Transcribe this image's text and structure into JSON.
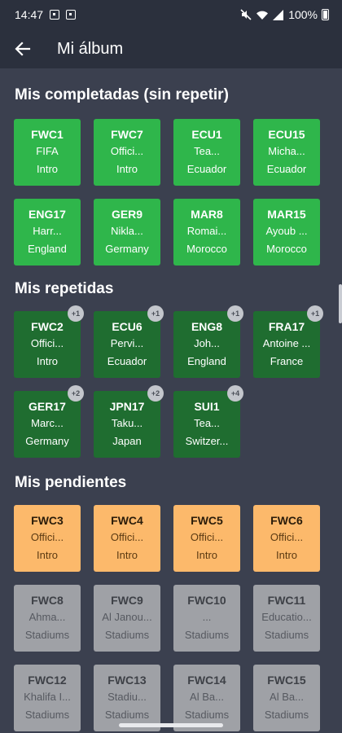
{
  "status_bar": {
    "time": "14:47",
    "battery": "100%"
  },
  "app_bar": {
    "title": "Mi álbum"
  },
  "sections": {
    "completed": {
      "title": "Mis completadas (sin repetir)",
      "cards": [
        {
          "code": "FWC1",
          "name": "FIFA",
          "team": "Intro"
        },
        {
          "code": "FWC7",
          "name": "Offici...",
          "team": "Intro"
        },
        {
          "code": "ECU1",
          "name": "Tea...",
          "team": "Ecuador"
        },
        {
          "code": "ECU15",
          "name": "Micha...",
          "team": "Ecuador"
        },
        {
          "code": "ENG17",
          "name": "Harr...",
          "team": "England"
        },
        {
          "code": "GER9",
          "name": "Nikla...",
          "team": "Germany"
        },
        {
          "code": "MAR8",
          "name": "Romai...",
          "team": "Morocco"
        },
        {
          "code": "MAR15",
          "name": "Ayoub ...",
          "team": "Morocco"
        }
      ]
    },
    "repeated": {
      "title": "Mis repetidas",
      "cards": [
        {
          "code": "FWC2",
          "name": "Offici...",
          "team": "Intro",
          "badge": "+1"
        },
        {
          "code": "ECU6",
          "name": "Pervi...",
          "team": "Ecuador",
          "badge": "+1"
        },
        {
          "code": "ENG8",
          "name": "Joh...",
          "team": "England",
          "badge": "+1"
        },
        {
          "code": "FRA17",
          "name": "Antoine ...",
          "team": "France",
          "badge": "+1"
        },
        {
          "code": "GER17",
          "name": "Marc...",
          "team": "Germany",
          "badge": "+2"
        },
        {
          "code": "JPN17",
          "name": "Taku...",
          "team": "Japan",
          "badge": "+2"
        },
        {
          "code": "SUI1",
          "name": "Tea...",
          "team": "Switzer...",
          "badge": "+4"
        }
      ]
    },
    "pending": {
      "title": "Mis pendientes",
      "cards": [
        {
          "code": "FWC3",
          "name": "Offici...",
          "team": "Intro",
          "style": "orange"
        },
        {
          "code": "FWC4",
          "name": "Offici...",
          "team": "Intro",
          "style": "orange"
        },
        {
          "code": "FWC5",
          "name": "Offici...",
          "team": "Intro",
          "style": "orange"
        },
        {
          "code": "FWC6",
          "name": "Offici...",
          "team": "Intro",
          "style": "orange"
        },
        {
          "code": "FWC8",
          "name": "Ahma...",
          "team": "Stadiums",
          "style": "gray"
        },
        {
          "code": "FWC9",
          "name": "Al Janou...",
          "team": "Stadiums",
          "style": "gray"
        },
        {
          "code": "FWC10",
          "name": "...",
          "team": "Stadiums",
          "style": "gray"
        },
        {
          "code": "FWC11",
          "name": "Educatio...",
          "team": "Stadiums",
          "style": "gray"
        },
        {
          "code": "FWC12",
          "name": "Khalifa I...",
          "team": "Stadiums",
          "style": "gray"
        },
        {
          "code": "FWC13",
          "name": "Stadiu...",
          "team": "Stadiums",
          "style": "gray"
        },
        {
          "code": "FWC14",
          "name": "Al Ba...",
          "team": "Stadiums",
          "style": "gray"
        },
        {
          "code": "FWC15",
          "name": "Al Ba...",
          "team": "Stadiums",
          "style": "gray"
        }
      ]
    }
  }
}
